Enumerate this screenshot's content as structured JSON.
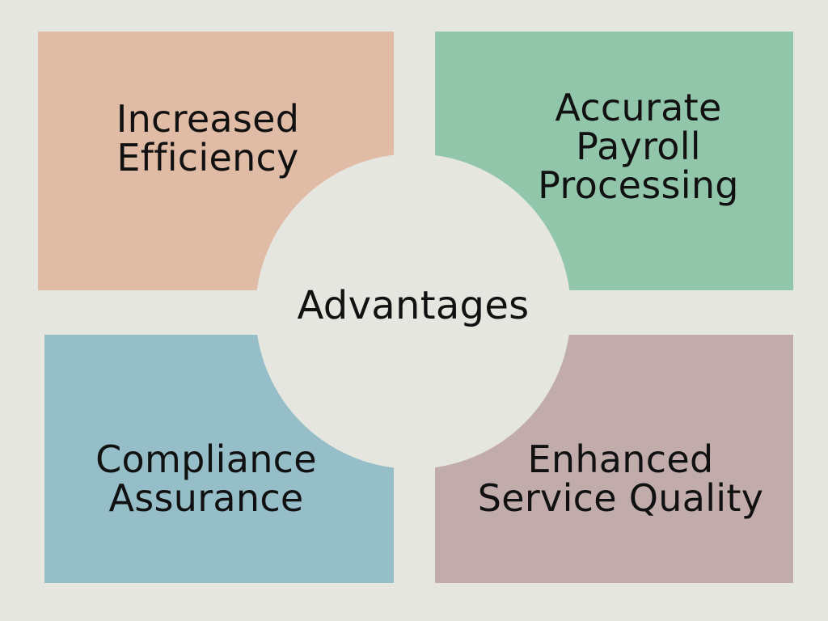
{
  "center": {
    "label": "Advantages",
    "color": "#e6e6e1"
  },
  "quadrants": [
    {
      "lines": [
        "Increased",
        "Efficiency"
      ],
      "color": "#e0bba6"
    },
    {
      "lines": [
        "Accurate",
        "Payroll",
        "Processing"
      ],
      "color": "#91c6aa"
    },
    {
      "lines": [
        "Compliance",
        "Assurance"
      ],
      "color": "#95bec8"
    },
    {
      "lines": [
        "Enhanced",
        "Service Quality"
      ],
      "color": "#c1abab"
    }
  ]
}
